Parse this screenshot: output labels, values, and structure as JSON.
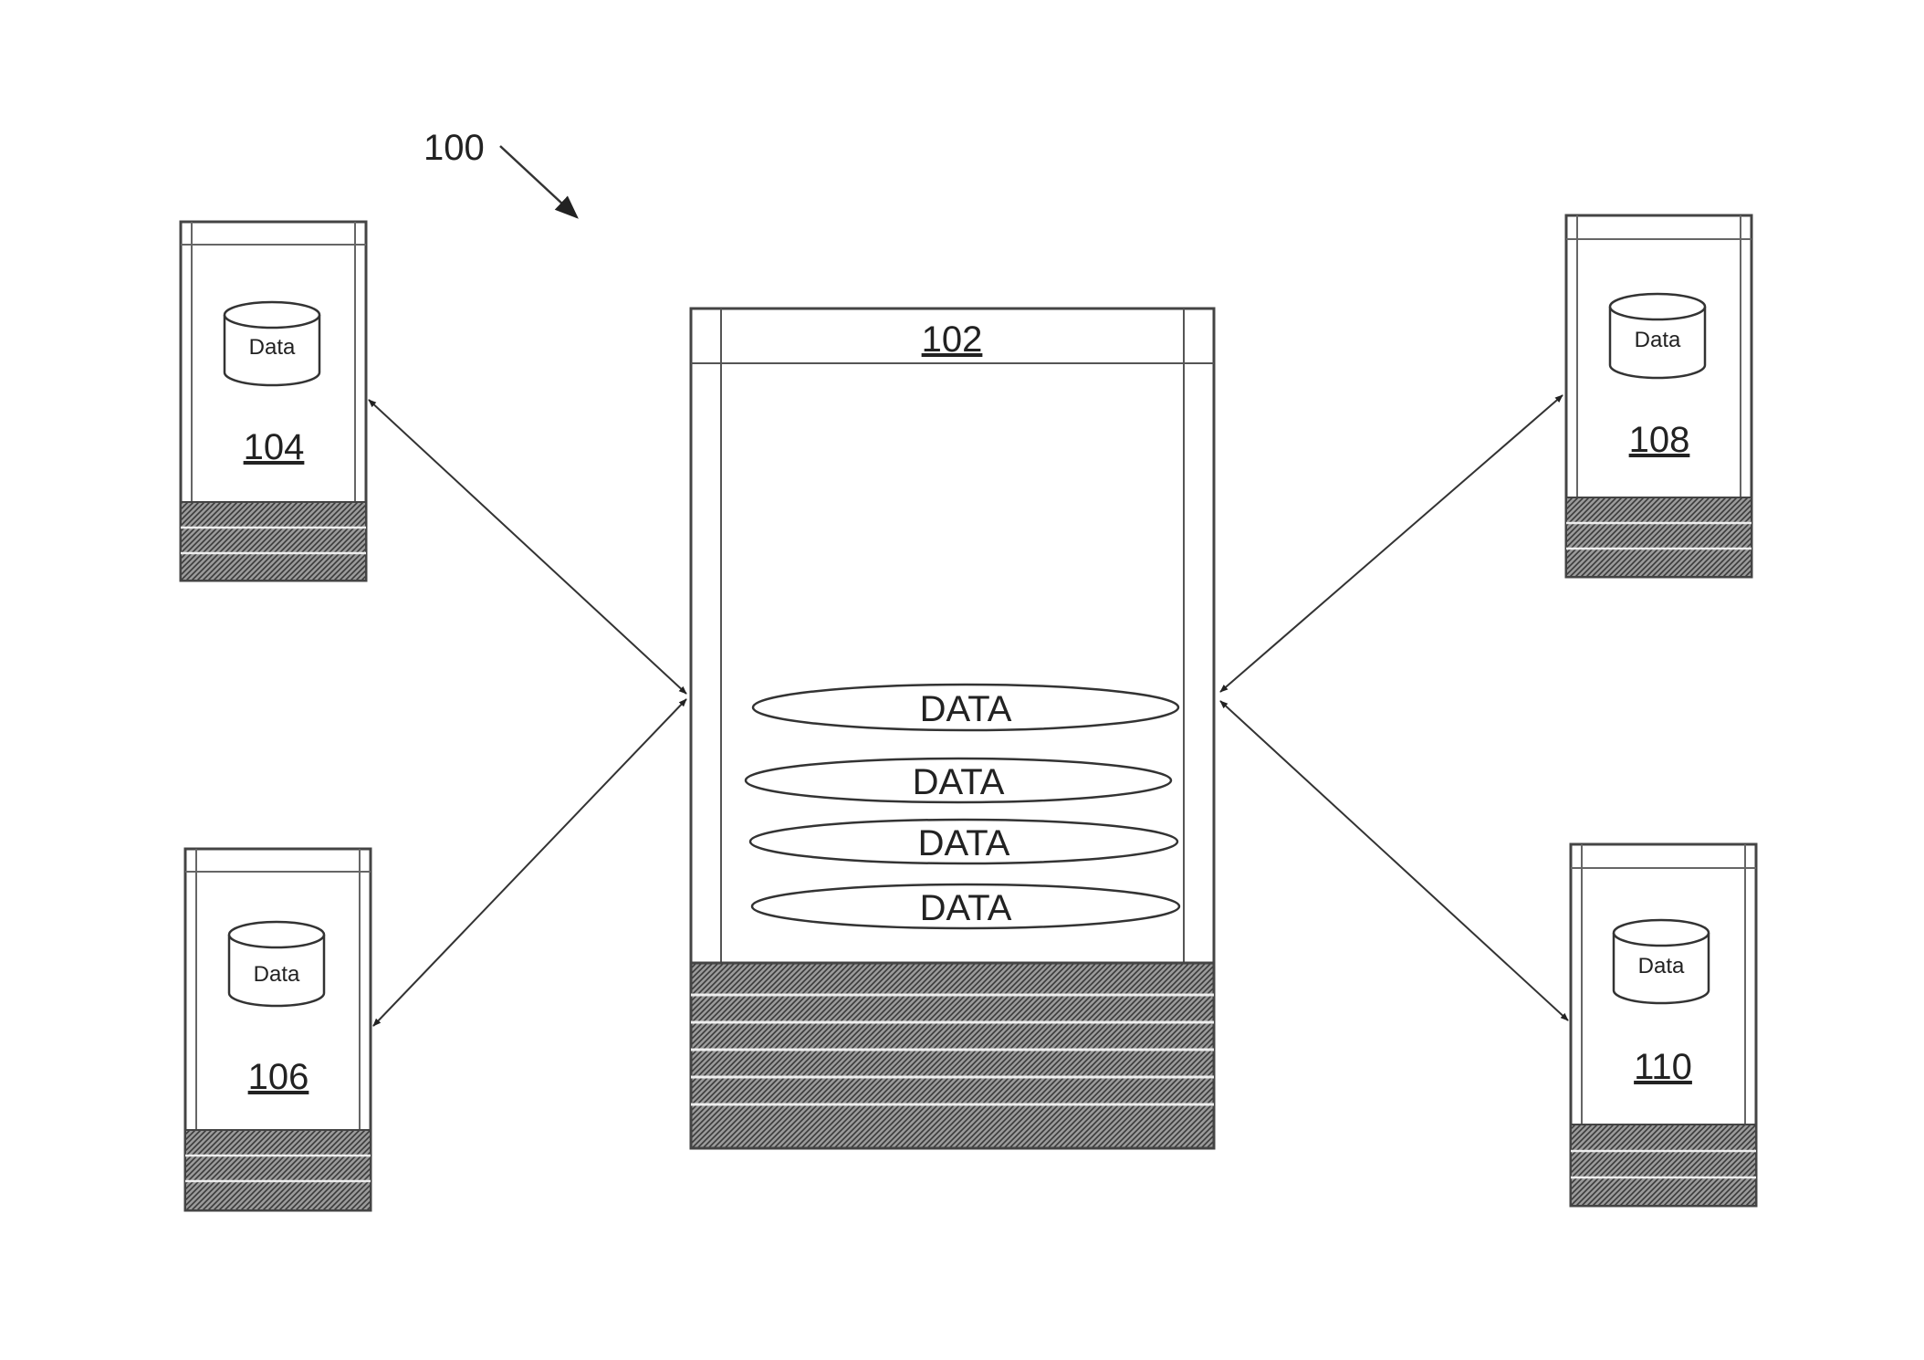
{
  "figure": {
    "ref_label": "100"
  },
  "server": {
    "label": "102",
    "disks": [
      "DATA",
      "DATA",
      "DATA",
      "DATA"
    ]
  },
  "devices": [
    {
      "label": "104",
      "db_text": "Data"
    },
    {
      "label": "106",
      "db_text": "Data"
    },
    {
      "label": "108",
      "db_text": "Data"
    },
    {
      "label": "110",
      "db_text": "Data"
    }
  ]
}
